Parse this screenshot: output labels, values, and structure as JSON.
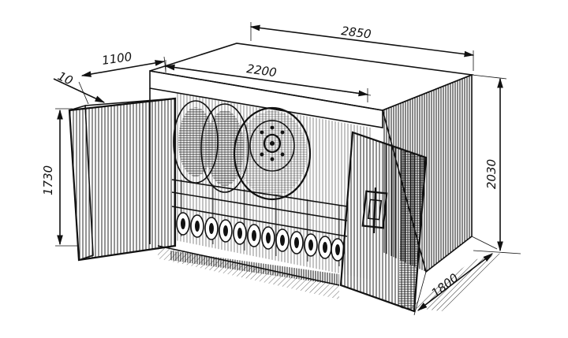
{
  "dimensions": {
    "overall_length": "2850",
    "inner_length": "2200",
    "door_width": "1100",
    "door_thickness": "10",
    "door_height": "1730",
    "overall_height": "2030",
    "depth": "1800"
  },
  "colors": {
    "ink": "#111111",
    "paper": "#ffffff"
  },
  "icons": {
    "door_latch": "latch-icon"
  }
}
